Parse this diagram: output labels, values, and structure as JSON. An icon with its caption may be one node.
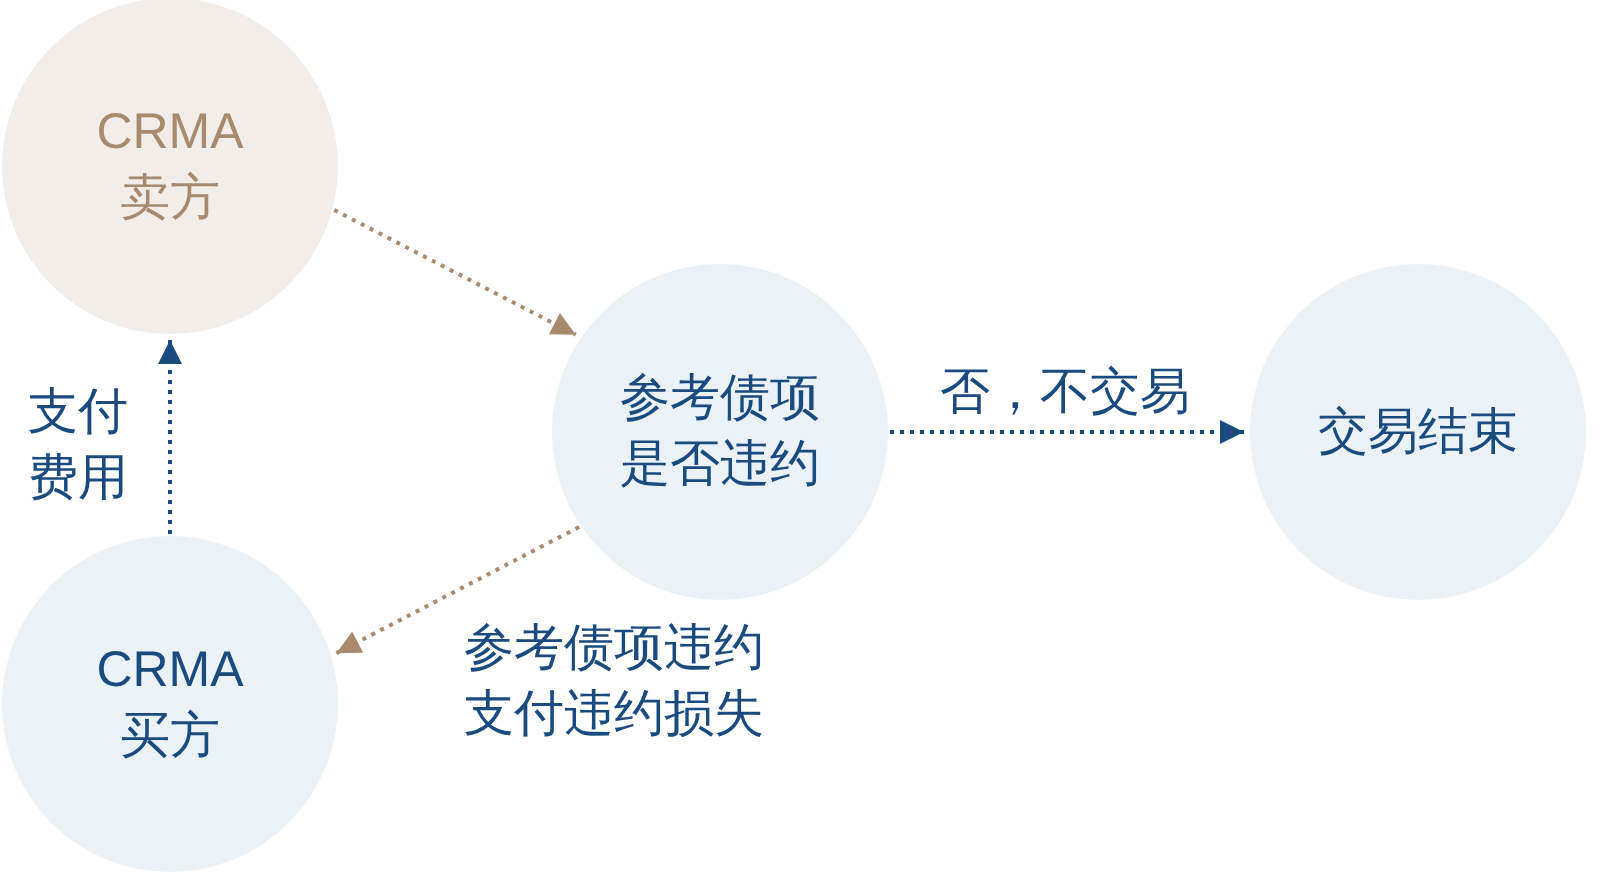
{
  "diagram": {
    "nodes": [
      {
        "text": [
          "CRMA 卖方"
        ]
      },
      {
        "text": [
          "参考债项是否违约"
        ]
      },
      {
        "text": [
          "交易结束"
        ]
      },
      {
        "text": [
          "CRMA 买方"
        ]
      }
    ],
    "edges": [
      {
        "from": 0,
        "to": 1,
        "arrow": "to",
        "style": "dashed",
        "color": "#a88b6e"
      },
      {
        "from": 1,
        "to": 2,
        "arrow": "to",
        "label": "否，不交易",
        "style": "dashed",
        "color": "#1b4a7e"
      },
      {
        "from": 1,
        "to": 3,
        "arrow": "to",
        "label": "参考债项违约支付违约损失",
        "style": "dashed",
        "color": "#a88b6e"
      },
      {
        "from": 3,
        "to": 0,
        "arrow": "to",
        "label": "支付费用",
        "style": "dashed",
        "color": "#1b4a7e"
      }
    ]
  }
}
